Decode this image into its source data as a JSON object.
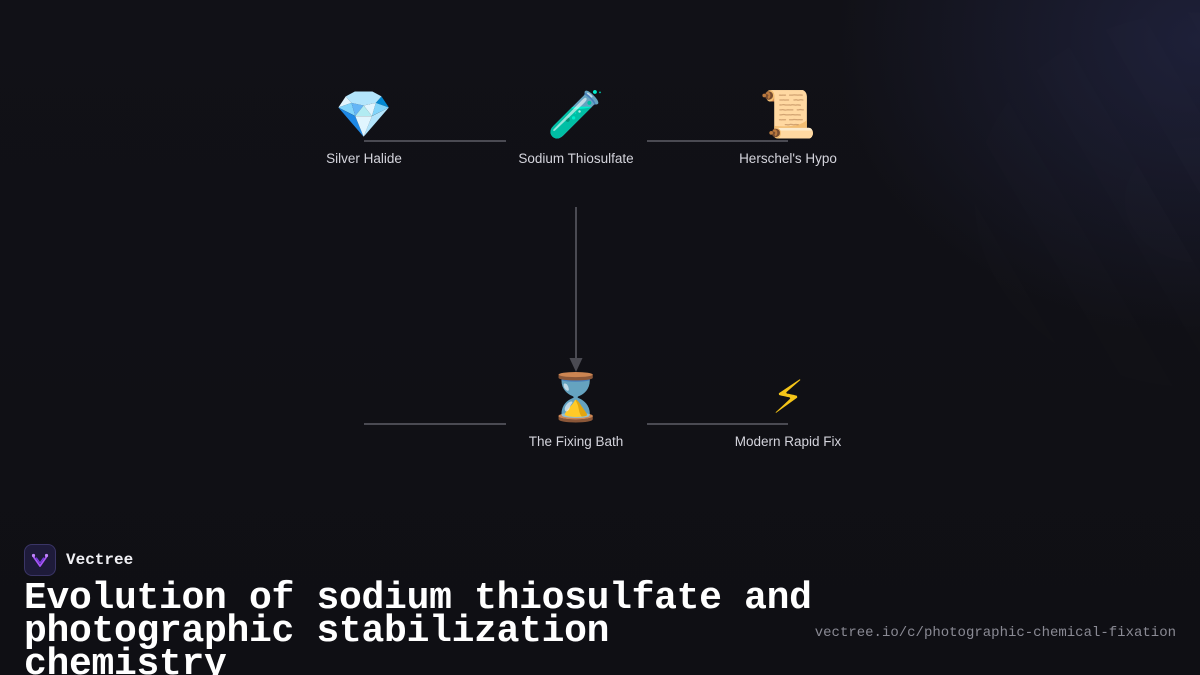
{
  "diagram": {
    "nodes": [
      {
        "id": "n1",
        "icon": "gem-icon",
        "glyph": "💎",
        "label": "Silver Halide"
      },
      {
        "id": "n2",
        "icon": "test-tube-icon",
        "glyph": "🧪",
        "label": "Sodium Thiosulfate"
      },
      {
        "id": "n3",
        "icon": "scroll-icon",
        "glyph": "📜",
        "label": "Herschel's Hypo"
      },
      {
        "id": "n4",
        "icon": "hourglass-icon",
        "glyph": "⌛",
        "label": "The Fixing Bath"
      },
      {
        "id": "n5",
        "icon": "lightning-icon",
        "glyph": "⚡",
        "label": "Modern Rapid Fix"
      }
    ],
    "edges": [
      {
        "from": "n1",
        "to": "n2",
        "arrow": false
      },
      {
        "from": "n2",
        "to": "n3",
        "arrow": false
      },
      {
        "from": "n2",
        "to": "n4",
        "arrow": true
      },
      {
        "from": "n4",
        "to": "n5",
        "arrow": false
      }
    ],
    "colors": {
      "edge": "#4a4a52",
      "background": "#101016",
      "label": "#d4d4dc"
    }
  },
  "brand": {
    "name": "Vectree",
    "logo_icon": "vectree-logo-icon",
    "logo_color": "#a855f7"
  },
  "title": "Evolution of sodium thiosulfate and photographic stabilization chemistry",
  "url": "vectree.io/c/photographic-chemical-fixation"
}
